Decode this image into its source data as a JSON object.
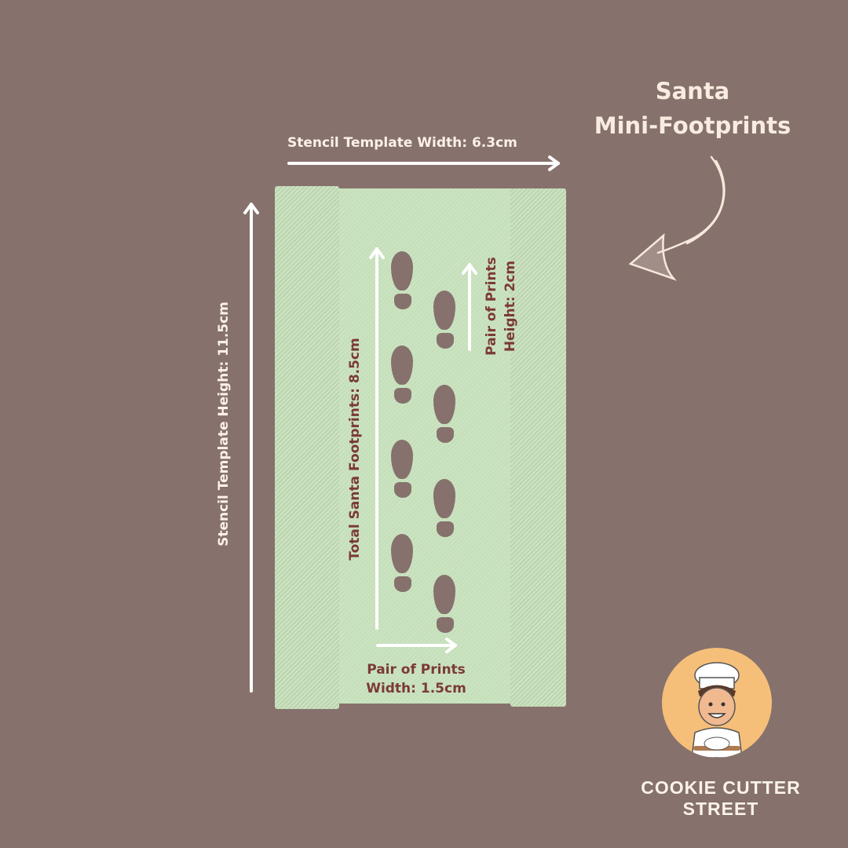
{
  "title": {
    "line1": "Santa",
    "line2": "Mini-Footprints"
  },
  "labels": {
    "width": "Stencil Template Width: 6.3cm",
    "height": "Stencil Template Height: 11.5cm",
    "total_footprints": "Total Santa Footprints: 8.5cm",
    "pair_height_line1": "Pair of Prints",
    "pair_height_line2": "Height: 2cm",
    "pair_width_line1": "Pair of Prints",
    "pair_width_line2": "Width: 1.5cm"
  },
  "brand": {
    "name": "COOKIE CUTTER STREET"
  },
  "colors": {
    "background": "#86716c",
    "stencil": "#c8e2bd",
    "label_dark": "#7b3a35",
    "logo_bg": "#f5bf7a"
  }
}
